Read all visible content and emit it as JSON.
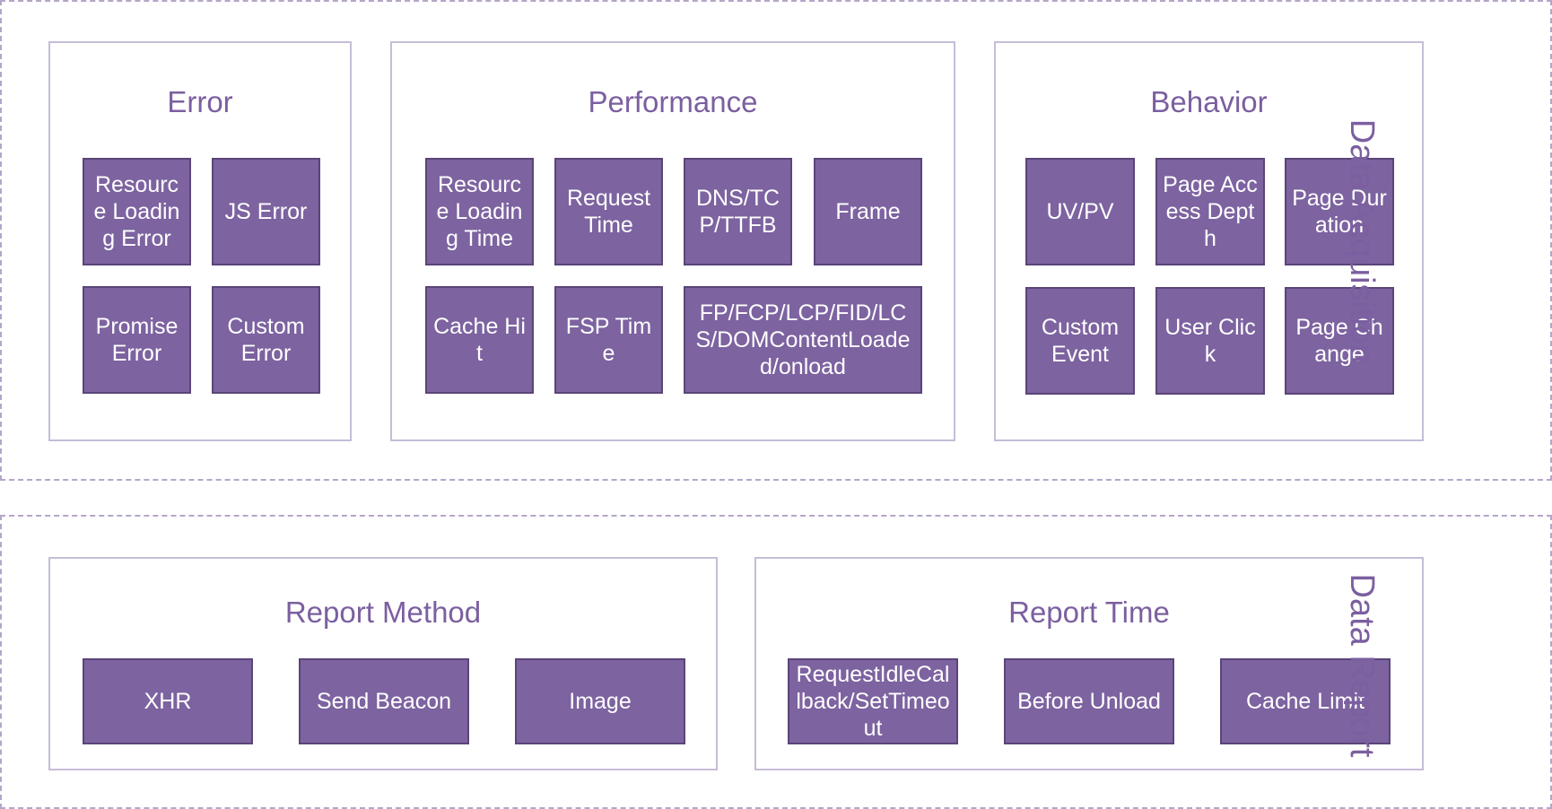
{
  "sections": {
    "acquisition": {
      "label": "Data Acquisition",
      "groups": {
        "error": {
          "title": "Error",
          "items": [
            "Resource Loading Error",
            "JS Error",
            "Promise Error",
            "Custom Error"
          ]
        },
        "performance": {
          "title": "Performance",
          "items": [
            "Resource Loading Time",
            "Request Time",
            "DNS/TCP/TTFB",
            "Frame",
            "Cache Hit",
            "FSP Time",
            "FP/FCP/LCP/FID/LCS/DOMContentLoaded/onload"
          ]
        },
        "behavior": {
          "title": "Behavior",
          "items": [
            "UV/PV",
            "Page Access Depth",
            "Page Duration",
            "Custom Event",
            "User Click",
            "Page Change"
          ]
        }
      }
    },
    "report": {
      "label": "Data Report",
      "groups": {
        "method": {
          "title": "Report Method",
          "items": [
            "XHR",
            "Send Beacon",
            "Image"
          ]
        },
        "time": {
          "title": "Report Time",
          "items": [
            "RequestIdleCallback/SetTimeout",
            "Before Unload",
            "Cache Limit"
          ]
        }
      }
    }
  },
  "colors": {
    "box_fill": "#7d63a0",
    "box_border": "#5a4578",
    "title_text": "#7b5fa0",
    "group_border": "#c6bdd8",
    "section_border": "#b4a6c8"
  }
}
